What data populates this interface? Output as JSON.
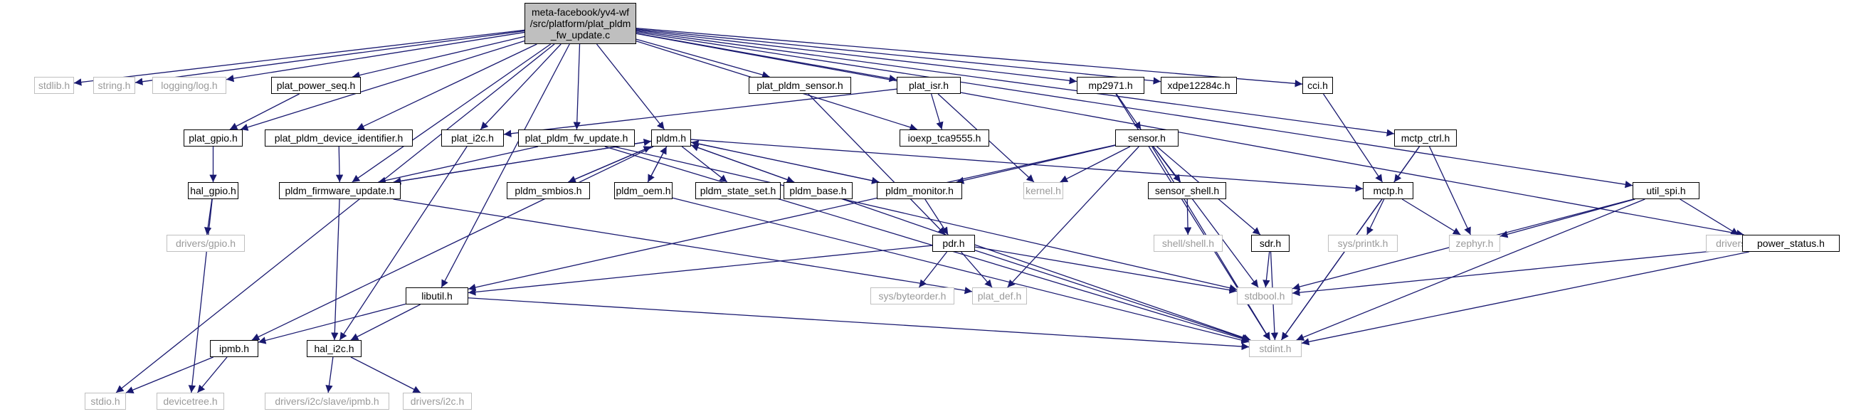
{
  "graph": {
    "root": {
      "id": "root",
      "label": "meta-facebook/yv4-wf\n/src/platform/plat_pldm\n_fw_update.c"
    },
    "nodes": [
      {
        "id": "stdlib",
        "label": "stdlib.h",
        "kind": "external"
      },
      {
        "id": "string",
        "label": "string.h",
        "kind": "external"
      },
      {
        "id": "logging",
        "label": "logging/log.h",
        "kind": "external"
      },
      {
        "id": "plat_power_seq",
        "label": "plat_power_seq.h",
        "kind": "internal"
      },
      {
        "id": "plat_pldm_sensor",
        "label": "plat_pldm_sensor.h",
        "kind": "internal"
      },
      {
        "id": "plat_isr",
        "label": "plat_isr.h",
        "kind": "internal"
      },
      {
        "id": "mp2971",
        "label": "mp2971.h",
        "kind": "internal"
      },
      {
        "id": "xdpe12284c",
        "label": "xdpe12284c.h",
        "kind": "internal"
      },
      {
        "id": "cci",
        "label": "cci.h",
        "kind": "internal"
      },
      {
        "id": "plat_gpio",
        "label": "plat_gpio.h",
        "kind": "internal"
      },
      {
        "id": "plat_pldm_device_identifier",
        "label": "plat_pldm_device_identifier.h",
        "kind": "internal"
      },
      {
        "id": "plat_i2c",
        "label": "plat_i2c.h",
        "kind": "internal"
      },
      {
        "id": "plat_pldm_fw_update",
        "label": "plat_pldm_fw_update.h",
        "kind": "internal"
      },
      {
        "id": "pldm",
        "label": "pldm.h",
        "kind": "internal"
      },
      {
        "id": "ioexp_tca9555",
        "label": "ioexp_tca9555.h",
        "kind": "internal"
      },
      {
        "id": "sensor",
        "label": "sensor.h",
        "kind": "internal"
      },
      {
        "id": "mctp_ctrl",
        "label": "mctp_ctrl.h",
        "kind": "internal"
      },
      {
        "id": "hal_gpio",
        "label": "hal_gpio.h",
        "kind": "internal"
      },
      {
        "id": "pldm_firmware_update",
        "label": "pldm_firmware_update.h",
        "kind": "internal"
      },
      {
        "id": "pldm_smbios",
        "label": "pldm_smbios.h",
        "kind": "internal"
      },
      {
        "id": "pldm_oem",
        "label": "pldm_oem.h",
        "kind": "internal"
      },
      {
        "id": "pldm_state_set",
        "label": "pldm_state_set.h",
        "kind": "internal"
      },
      {
        "id": "pldm_base",
        "label": "pldm_base.h",
        "kind": "internal"
      },
      {
        "id": "pldm_monitor",
        "label": "pldm_monitor.h",
        "kind": "internal"
      },
      {
        "id": "kernel",
        "label": "kernel.h",
        "kind": "external"
      },
      {
        "id": "sensor_shell",
        "label": "sensor_shell.h",
        "kind": "internal"
      },
      {
        "id": "mctp",
        "label": "mctp.h",
        "kind": "internal"
      },
      {
        "id": "util_spi",
        "label": "util_spi.h",
        "kind": "internal"
      },
      {
        "id": "drivers_gpio",
        "label": "drivers/gpio.h",
        "kind": "external"
      },
      {
        "id": "pdr",
        "label": "pdr.h",
        "kind": "internal"
      },
      {
        "id": "shell",
        "label": "shell/shell.h",
        "kind": "external"
      },
      {
        "id": "sdr",
        "label": "sdr.h",
        "kind": "internal"
      },
      {
        "id": "sys_printk",
        "label": "sys/printk.h",
        "kind": "external"
      },
      {
        "id": "zephyr",
        "label": "zephyr.h",
        "kind": "external"
      },
      {
        "id": "drivers_spi_nor",
        "label": "drivers/spi_nor.h",
        "kind": "external"
      },
      {
        "id": "power_status",
        "label": "power_status.h",
        "kind": "internal"
      },
      {
        "id": "libutil",
        "label": "libutil.h",
        "kind": "internal"
      },
      {
        "id": "sys_byteorder",
        "label": "sys/byteorder.h",
        "kind": "external"
      },
      {
        "id": "plat_def",
        "label": "plat_def.h",
        "kind": "external"
      },
      {
        "id": "stdbool",
        "label": "stdbool.h",
        "kind": "external"
      },
      {
        "id": "ipmb",
        "label": "ipmb.h",
        "kind": "internal"
      },
      {
        "id": "hal_i2c",
        "label": "hal_i2c.h",
        "kind": "internal"
      },
      {
        "id": "stdint",
        "label": "stdint.h",
        "kind": "external"
      },
      {
        "id": "stdio",
        "label": "stdio.h",
        "kind": "external"
      },
      {
        "id": "devicetree",
        "label": "devicetree.h",
        "kind": "external"
      },
      {
        "id": "drivers_i2c_slave_ipmb",
        "label": "drivers/i2c/slave/ipmb.h",
        "kind": "external"
      },
      {
        "id": "drivers_i2c",
        "label": "drivers/i2c.h",
        "kind": "external"
      }
    ],
    "edges": [
      [
        "root",
        "stdlib"
      ],
      [
        "root",
        "string"
      ],
      [
        "root",
        "logging"
      ],
      [
        "root",
        "plat_power_seq"
      ],
      [
        "root",
        "plat_pldm_sensor"
      ],
      [
        "root",
        "plat_isr"
      ],
      [
        "root",
        "mp2971"
      ],
      [
        "root",
        "xdpe12284c"
      ],
      [
        "root",
        "cci"
      ],
      [
        "root",
        "plat_gpio"
      ],
      [
        "root",
        "plat_pldm_device_identifier"
      ],
      [
        "root",
        "plat_i2c"
      ],
      [
        "root",
        "plat_pldm_fw_update"
      ],
      [
        "root",
        "pldm"
      ],
      [
        "root",
        "ioexp_tca9555"
      ],
      [
        "root",
        "mctp_ctrl"
      ],
      [
        "root",
        "util_spi"
      ],
      [
        "root",
        "power_status"
      ],
      [
        "root",
        "libutil"
      ],
      [
        "root",
        "pldm_firmware_update"
      ],
      [
        "root",
        "stdio"
      ],
      [
        "plat_power_seq",
        "plat_gpio"
      ],
      [
        "plat_gpio",
        "hal_gpio"
      ],
      [
        "hal_gpio",
        "drivers_gpio"
      ],
      [
        "hal_gpio",
        "devicetree"
      ],
      [
        "plat_pldm_device_identifier",
        "pldm_firmware_update"
      ],
      [
        "plat_i2c",
        "hal_i2c"
      ],
      [
        "plat_pldm_fw_update",
        "pldm_firmware_update"
      ],
      [
        "plat_pldm_fw_update",
        "stdbool"
      ],
      [
        "plat_pldm_fw_update",
        "stdint"
      ],
      [
        "plat_isr",
        "plat_i2c"
      ],
      [
        "plat_isr",
        "ioexp_tca9555"
      ],
      [
        "plat_isr",
        "kernel"
      ],
      [
        "plat_pldm_sensor",
        "pdr"
      ],
      [
        "mp2971",
        "sensor"
      ],
      [
        "mp2971",
        "stdint"
      ],
      [
        "cci",
        "mctp"
      ],
      [
        "pldm",
        "pldm_firmware_update"
      ],
      [
        "pldm",
        "pldm_smbios"
      ],
      [
        "pldm",
        "pldm_oem"
      ],
      [
        "pldm",
        "pldm_state_set"
      ],
      [
        "pldm",
        "pldm_base"
      ],
      [
        "pldm",
        "pldm_monitor"
      ],
      [
        "pldm",
        "mctp"
      ],
      [
        "pldm",
        "ipmb"
      ],
      [
        "pldm_firmware_update",
        "pldm"
      ],
      [
        "pldm_firmware_update",
        "hal_i2c"
      ],
      [
        "pldm_firmware_update",
        "plat_def"
      ],
      [
        "pldm_smbios",
        "pldm"
      ],
      [
        "pldm_oem",
        "pldm"
      ],
      [
        "pldm_oem",
        "stdint"
      ],
      [
        "pldm_base",
        "pldm"
      ],
      [
        "pldm_base",
        "stdint"
      ],
      [
        "pldm_monitor",
        "pldm"
      ],
      [
        "pldm_monitor",
        "pdr"
      ],
      [
        "sensor",
        "pldm_monitor"
      ],
      [
        "sensor",
        "kernel"
      ],
      [
        "sensor",
        "sensor_shell"
      ],
      [
        "sensor",
        "sdr"
      ],
      [
        "sensor",
        "stdbool"
      ],
      [
        "sensor",
        "stdint"
      ],
      [
        "sensor",
        "plat_def"
      ],
      [
        "sensor",
        "libutil"
      ],
      [
        "sensor_shell",
        "shell"
      ],
      [
        "sdr",
        "stdbool"
      ],
      [
        "sdr",
        "stdint"
      ],
      [
        "mctp_ctrl",
        "mctp"
      ],
      [
        "mctp_ctrl",
        "zephyr"
      ],
      [
        "mctp_ctrl",
        "stdint"
      ],
      [
        "mctp",
        "sys_printk"
      ],
      [
        "mctp",
        "zephyr"
      ],
      [
        "mctp",
        "stdint"
      ],
      [
        "util_spi",
        "zephyr"
      ],
      [
        "util_spi",
        "drivers_spi_nor"
      ],
      [
        "util_spi",
        "stdbool"
      ],
      [
        "util_spi",
        "stdint"
      ],
      [
        "power_status",
        "stdbool"
      ],
      [
        "power_status",
        "stdint"
      ],
      [
        "pdr",
        "sys_byteorder"
      ],
      [
        "pdr",
        "plat_def"
      ],
      [
        "pdr",
        "stdbool"
      ],
      [
        "pdr",
        "stdint"
      ],
      [
        "pdr",
        "libutil"
      ],
      [
        "libutil",
        "ipmb"
      ],
      [
        "libutil",
        "hal_i2c"
      ],
      [
        "libutil",
        "stdint"
      ],
      [
        "ipmb",
        "stdio"
      ],
      [
        "ipmb",
        "devicetree"
      ],
      [
        "hal_i2c",
        "drivers_i2c_slave_ipmb"
      ],
      [
        "hal_i2c",
        "drivers_i2c"
      ]
    ],
    "colors": {
      "edge": "#191970",
      "root_fill": "#bfbfbf",
      "internal_border": "#000000",
      "external_border": "#bfbfbf",
      "external_text": "#9a9a9a"
    }
  }
}
